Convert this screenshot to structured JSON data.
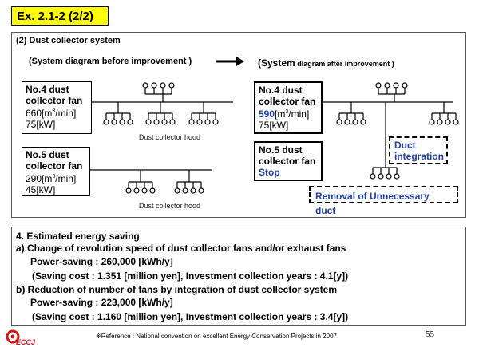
{
  "title": "Ex. 2.1-2 (2/2)",
  "section": "(2) Dust collector system",
  "before_label": "(System diagram before improvement )",
  "after_label_big": "(System",
  "after_label_small": " diagram after improvement )",
  "before": {
    "fan4": {
      "l1": "No.4 dust",
      "l2": "collector fan",
      "flow": "660",
      "flow_unit": "[m",
      "flow_tail": "/min]",
      "power": "75[kW]"
    },
    "fan5": {
      "l1": "No.5 dust",
      "l2": "collector fan",
      "flow": "290",
      "flow_unit": "[m",
      "flow_tail": "/min]",
      "power": "45[kW]"
    },
    "hood1": "Dust collector hood",
    "hood2": "Dust collector hood"
  },
  "after": {
    "fan4": {
      "l1": "No.4 dust",
      "l2": "collector fan",
      "flow": "590",
      "flow_unit": "[m",
      "flow_tail": "/min]",
      "power": "75[kW]"
    },
    "fan5": {
      "l1": "No.5 dust",
      "l2": "collector fan",
      "stop": "Stop"
    },
    "duct_integration_1": "Duct",
    "duct_integration_2": "integration",
    "removal": "Removal of Unnecessary duct"
  },
  "saving": {
    "heading": "4. Estimated energy saving",
    "a_title": "a) Change of revolution speed of dust collector fans and/or exhaust fans",
    "a_power": "Power-saving : 260,000 [kWh/y]",
    "a_cost": "(Saving cost :  1.351 [million yen],  Investment collection years : 4.1[y])",
    "b_title": "b) Reduction of  number of fans by integration of dust collector system",
    "b_power": "Power-saving : 223,000 [kWh/y]",
    "b_cost": "(Saving cost :  1.160 [million yen],  Investment collection years : 3.4[y])"
  },
  "footer_ref": "※Reference : National convention on excellent Energy Conservation Projects in 2007.",
  "page_number": "55",
  "logo_text": "ECCJ",
  "colors": {
    "title_bg": "#ffff00",
    "accent": "#1f3fa5",
    "logo": "#d01818"
  }
}
